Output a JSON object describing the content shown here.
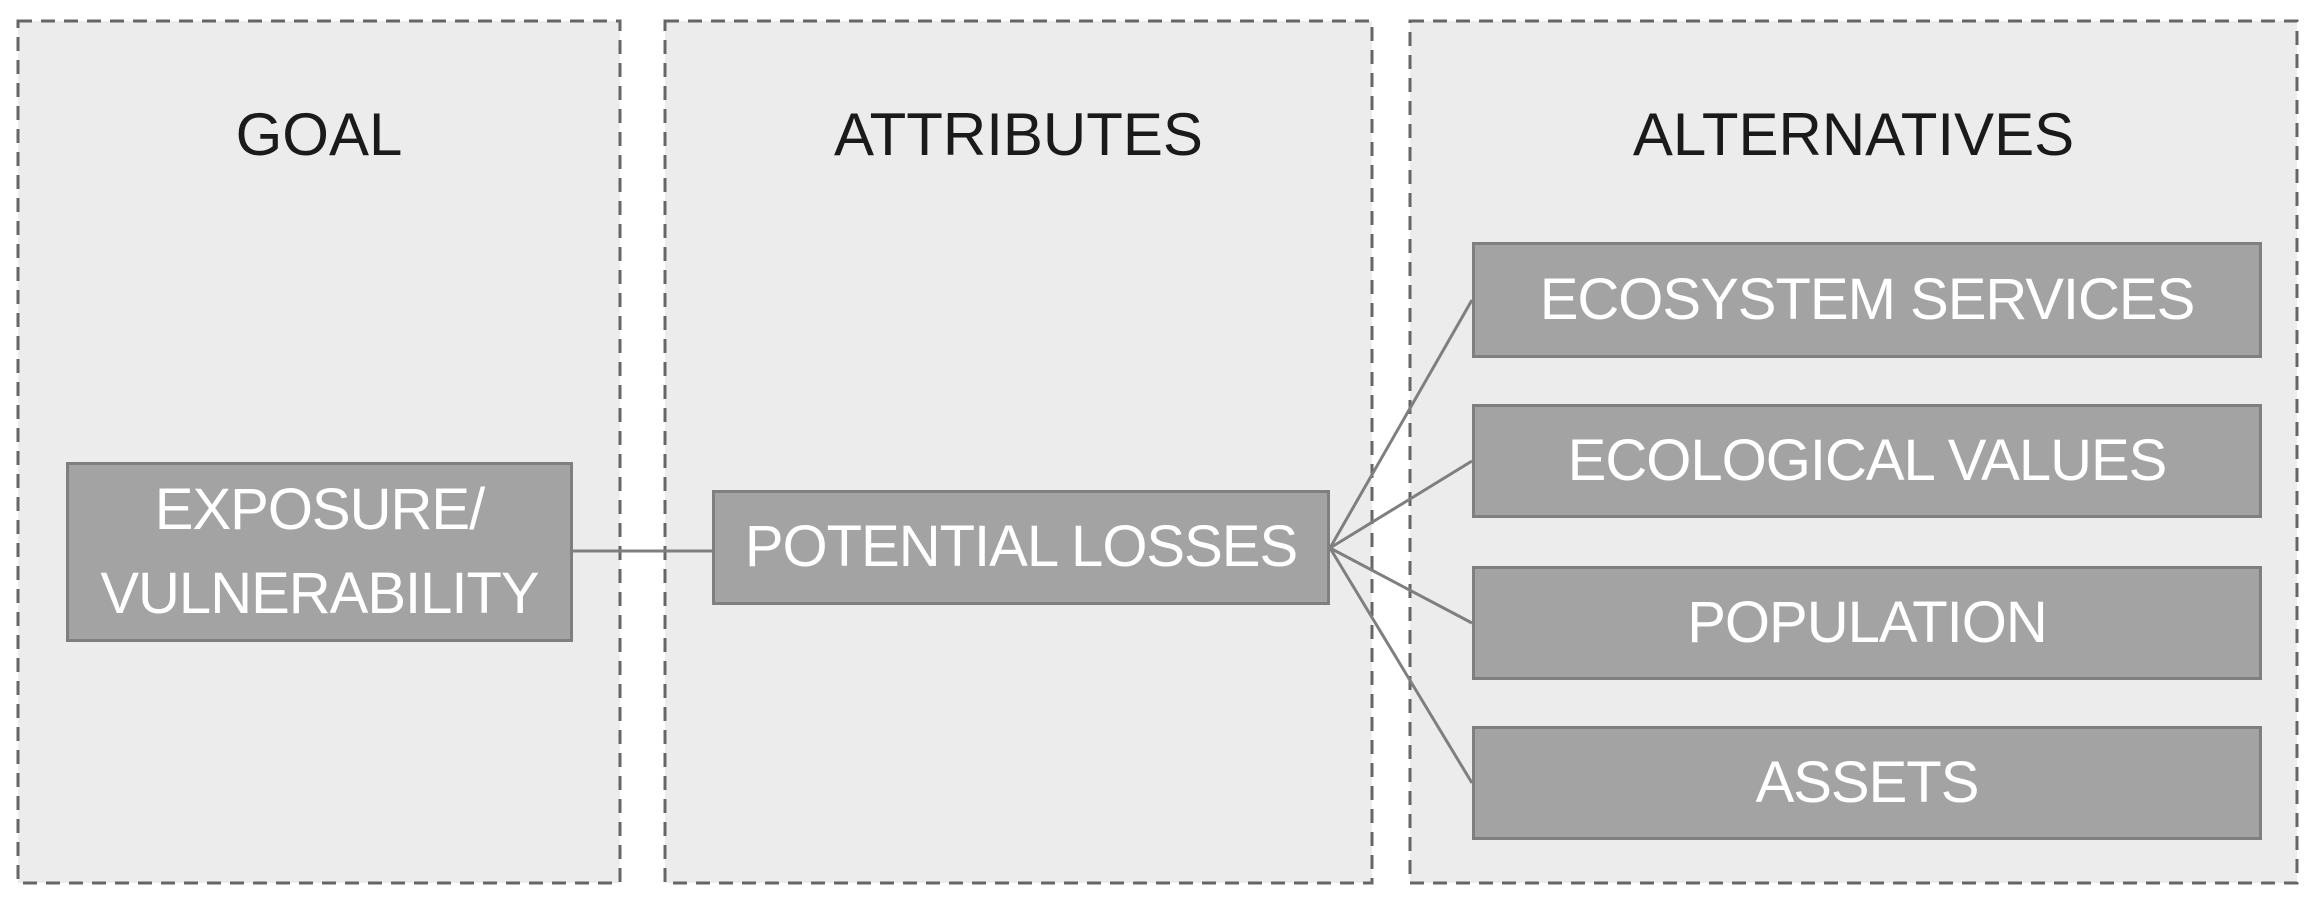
{
  "colors": {
    "panel_bg": "#ececec",
    "panel_dash": "#666666",
    "box_fill": "#a3a3a3",
    "box_border": "#7f7f7f",
    "box_text": "#ffffff",
    "title_text": "#1a1a1a",
    "connector": "#7f7f7f",
    "page_bg": "#ffffff"
  },
  "goal": {
    "title": "GOAL",
    "box": "EXPOSURE/\nVULNERABILITY"
  },
  "attributes": {
    "title": "ATTRIBUTES",
    "box": "POTENTIAL LOSSES"
  },
  "alternatives": {
    "title": "ALTERNATIVES",
    "items": [
      "ECOSYSTEM SERVICES",
      "ECOLOGICAL VALUES",
      "POPULATION",
      "ASSETS"
    ]
  }
}
